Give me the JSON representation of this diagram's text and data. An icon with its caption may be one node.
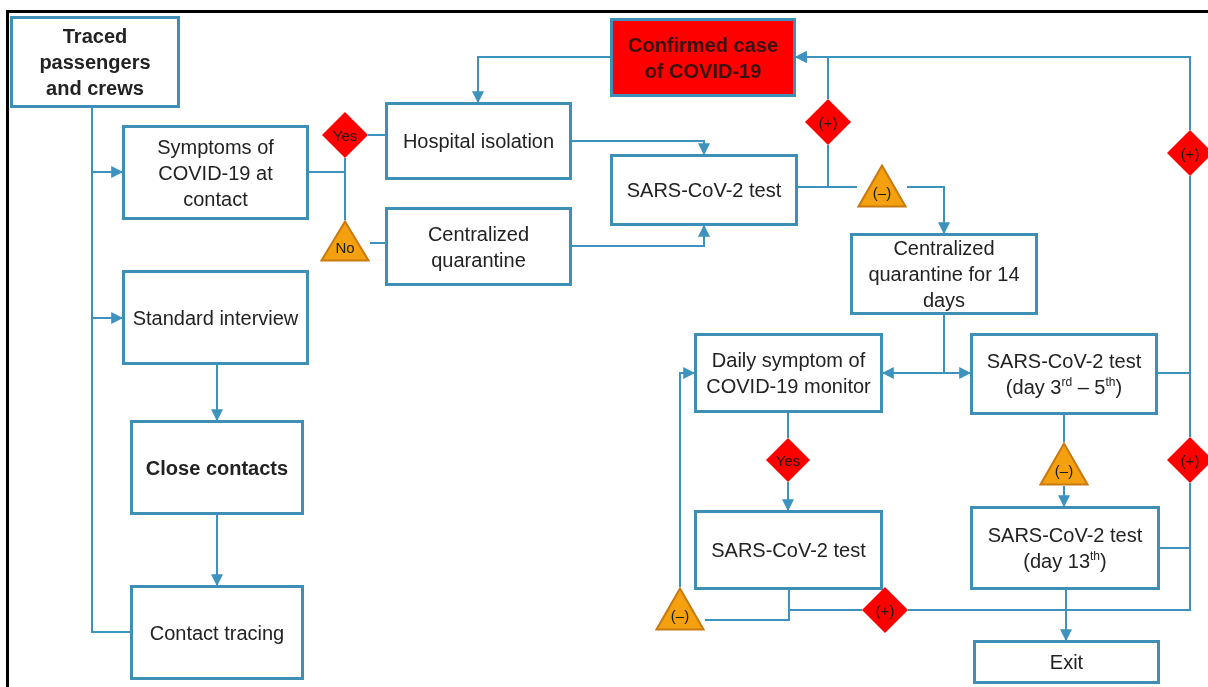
{
  "diagram": {
    "nodes": [
      {
        "text": [
          "Traced passengers and crews"
        ]
      },
      {
        "text": [
          "Symptoms of COVID-19 at contact"
        ]
      },
      {
        "text": [
          "Hospital isolation"
        ]
      },
      {
        "text": [
          "Centralized quarantine"
        ]
      },
      {
        "text": [
          "Confirmed case of COVID-19"
        ]
      },
      {
        "text": [
          "SARS-CoV-2 test"
        ]
      },
      {
        "text": [
          "Standard interview"
        ]
      },
      {
        "text": [
          "Close contacts"
        ]
      },
      {
        "text": [
          "Contact tracing"
        ]
      },
      {
        "text": [
          "Centralized quarantine for 14 days"
        ]
      },
      {
        "text": [
          "Daily symptom of COVID-19 monitor"
        ]
      },
      {
        "text": [
          "SARS-CoV-2 test (day 3$^{rd}$ – 5$^{th}$)"
        ]
      },
      {
        "text": [
          "SARS-CoV-2 test"
        ]
      },
      {
        "text": [
          "SARS-CoV-2 test (day 13$^{th}$)"
        ]
      },
      {
        "text": [
          "Exit"
        ]
      },
      {
        "text": [
          "Yes"
        ]
      },
      {
        "text": [
          "No"
        ]
      },
      {
        "text": [
          "(+)"
        ]
      },
      {
        "text": [
          "(–)"
        ]
      },
      {
        "text": [
          "(+)"
        ]
      },
      {
        "text": [
          "Yes"
        ]
      },
      {
        "text": [
          "(–)"
        ]
      },
      {
        "text": [
          "(+)"
        ]
      },
      {
        "text": [
          "(–)"
        ]
      },
      {
        "text": [
          "(+)"
        ]
      }
    ],
    "edges": [
      {
        "from": 0,
        "to": 1,
        "arrow": "to"
      },
      {
        "from": 0,
        "to": 6,
        "arrow": "to"
      },
      {
        "from": 0,
        "to": 8,
        "arrow": "none"
      },
      {
        "from": 1,
        "to": 15,
        "arrow": "none"
      },
      {
        "from": 1,
        "to": 16,
        "arrow": "none"
      },
      {
        "from": 15,
        "to": 2,
        "arrow": "none"
      },
      {
        "from": 16,
        "to": 3,
        "arrow": "none"
      },
      {
        "from": 2,
        "to": 5,
        "arrow": "to"
      },
      {
        "from": 3,
        "to": 5,
        "arrow": "to"
      },
      {
        "from": 4,
        "to": 2,
        "arrow": "to"
      },
      {
        "from": 5,
        "to": 17,
        "arrow": "none"
      },
      {
        "from": 17,
        "to": 4,
        "arrow": "to"
      },
      {
        "from": 5,
        "to": 18,
        "arrow": "none"
      },
      {
        "from": 18,
        "to": 9,
        "arrow": "to"
      },
      {
        "from": 9,
        "to": 10,
        "arrow": "to"
      },
      {
        "from": 9,
        "to": 11,
        "arrow": "to"
      },
      {
        "from": 11,
        "to": 19,
        "arrow": "none"
      },
      {
        "from": 19,
        "to": 4,
        "arrow": "to"
      },
      {
        "from": 11,
        "to": 21,
        "arrow": "none"
      },
      {
        "from": 21,
        "to": 13,
        "arrow": "to"
      },
      {
        "from": 13,
        "to": 22,
        "arrow": "none"
      },
      {
        "from": 22,
        "to": 19,
        "arrow": "none"
      },
      {
        "from": 10,
        "to": 20,
        "arrow": "none"
      },
      {
        "from": 20,
        "to": 12,
        "arrow": "to"
      },
      {
        "from": 12,
        "to": 23,
        "arrow": "none"
      },
      {
        "from": 23,
        "to": 10,
        "arrow": "to"
      },
      {
        "from": 12,
        "to": 24,
        "arrow": "none"
      },
      {
        "from": 24,
        "to": 22,
        "arrow": "none"
      },
      {
        "from": 13,
        "to": 14,
        "arrow": "to"
      },
      {
        "from": 6,
        "to": 7,
        "arrow": "to"
      },
      {
        "from": 7,
        "to": 8,
        "arrow": "to"
      }
    ]
  }
}
